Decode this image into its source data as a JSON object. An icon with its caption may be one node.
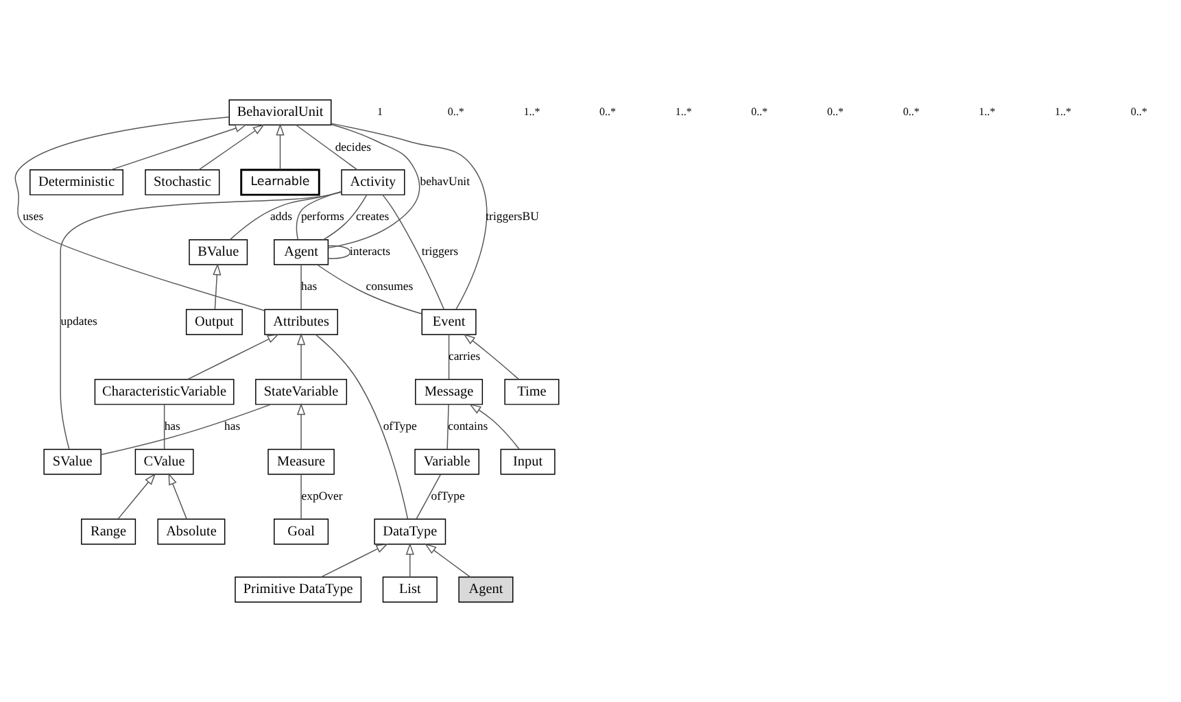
{
  "diagram": {
    "nodes": [
      {
        "text": [
          "Activity"
        ]
      },
      {
        "text": [
          "BValue"
        ]
      },
      {
        "text": [
          "BehavioralUnit"
        ]
      },
      {
        "text": [
          "Output"
        ]
      },
      {
        "text": [
          "Deterministic"
        ]
      },
      {
        "text": [
          "Stochastic"
        ]
      },
      {
        "text": [
          "Learnable"
        ]
      },
      {
        "text": [
          "Agent"
        ]
      },
      {
        "text": [
          "Event"
        ]
      },
      {
        "text": [
          "Message"
        ]
      },
      {
        "text": [
          "Attributes"
        ]
      },
      {
        "text": [
          "Time"
        ]
      },
      {
        "text": [
          "Variable"
        ]
      },
      {
        "text": [
          "StateVariable"
        ]
      },
      {
        "text": [
          "CharacteristicVariable"
        ]
      },
      {
        "text": [
          "DataType"
        ]
      },
      {
        "text": [
          "Input"
        ]
      },
      {
        "text": [
          "SValue"
        ]
      },
      {
        "text": [
          "Measure"
        ]
      },
      {
        "text": [
          "CValue"
        ]
      },
      {
        "text": [
          "Primitive DataType"
        ]
      },
      {
        "text": [
          "List"
        ]
      },
      {
        "text": [
          "Agent"
        ]
      },
      {
        "text": [
          "Goal"
        ]
      },
      {
        "text": [
          "Absolute"
        ]
      },
      {
        "text": [
          "Range"
        ]
      }
    ],
    "edges": [
      {
        "from": 2,
        "to": 8,
        "arrow": "none",
        "label": "triggersBU"
      },
      {
        "from": 0,
        "to": 17,
        "arrow": "none",
        "label": "updates"
      },
      {
        "from": 2,
        "to": 0,
        "arrow": "none",
        "label": "decides"
      },
      {
        "from": 2,
        "to": 7,
        "arrow": "none",
        "label": "behavUnit"
      },
      {
        "from": 7,
        "to": 7,
        "arrow": "none",
        "label": "interacts"
      },
      {
        "from": 7,
        "to": 0,
        "arrow": "none",
        "label": "performs"
      },
      {
        "from": 0,
        "to": 7,
        "arrow": "none",
        "label": "creates"
      },
      {
        "from": 0,
        "to": 8,
        "arrow": "none",
        "label": "triggers"
      },
      {
        "from": 0,
        "to": 1,
        "arrow": "none",
        "label": "adds"
      },
      {
        "from": 3,
        "to": 1,
        "arrow": "to"
      },
      {
        "from": 4,
        "to": 2,
        "arrow": "to"
      },
      {
        "from": 5,
        "to": 2,
        "arrow": "to"
      },
      {
        "from": 6,
        "to": 2,
        "arrow": "to"
      },
      {
        "from": 7,
        "to": 8,
        "arrow": "none",
        "label": "consumes"
      },
      {
        "from": 8,
        "to": 9,
        "arrow": "none",
        "label": "carries"
      },
      {
        "from": 9,
        "to": 12,
        "arrow": "none",
        "label": "contains"
      },
      {
        "from": 7,
        "to": 10,
        "arrow": "none",
        "label": "has"
      },
      {
        "from": 2,
        "to": 10,
        "arrow": "none",
        "label": "uses"
      },
      {
        "from": 11,
        "to": 8,
        "arrow": "to"
      },
      {
        "from": 16,
        "to": 9,
        "arrow": "to"
      },
      {
        "from": 10,
        "to": 15,
        "arrow": "none",
        "label": "ofType"
      },
      {
        "from": 12,
        "to": 15,
        "arrow": "none",
        "label": "ofType"
      },
      {
        "from": 13,
        "to": 10,
        "arrow": "to"
      },
      {
        "from": 14,
        "to": 10,
        "arrow": "to"
      },
      {
        "from": 13,
        "to": 17,
        "arrow": "none",
        "label": "has"
      },
      {
        "from": 18,
        "to": 13,
        "arrow": "to"
      },
      {
        "from": 14,
        "to": 19,
        "arrow": "none",
        "label": "has"
      },
      {
        "from": 20,
        "to": 15,
        "arrow": "to"
      },
      {
        "from": 21,
        "to": 15,
        "arrow": "to"
      },
      {
        "from": 22,
        "to": 15,
        "arrow": "to"
      },
      {
        "from": 18,
        "to": 23,
        "arrow": "none",
        "label": "expOver"
      },
      {
        "from": 24,
        "to": 19,
        "arrow": "to"
      },
      {
        "from": 25,
        "to": 19,
        "arrow": "to"
      }
    ],
    "labels": [
      "1",
      "0..*",
      "1..*",
      "0..*",
      "1..*",
      "0..*",
      "0..*",
      "0..*",
      "1..*",
      "1..*",
      "0..*"
    ]
  }
}
